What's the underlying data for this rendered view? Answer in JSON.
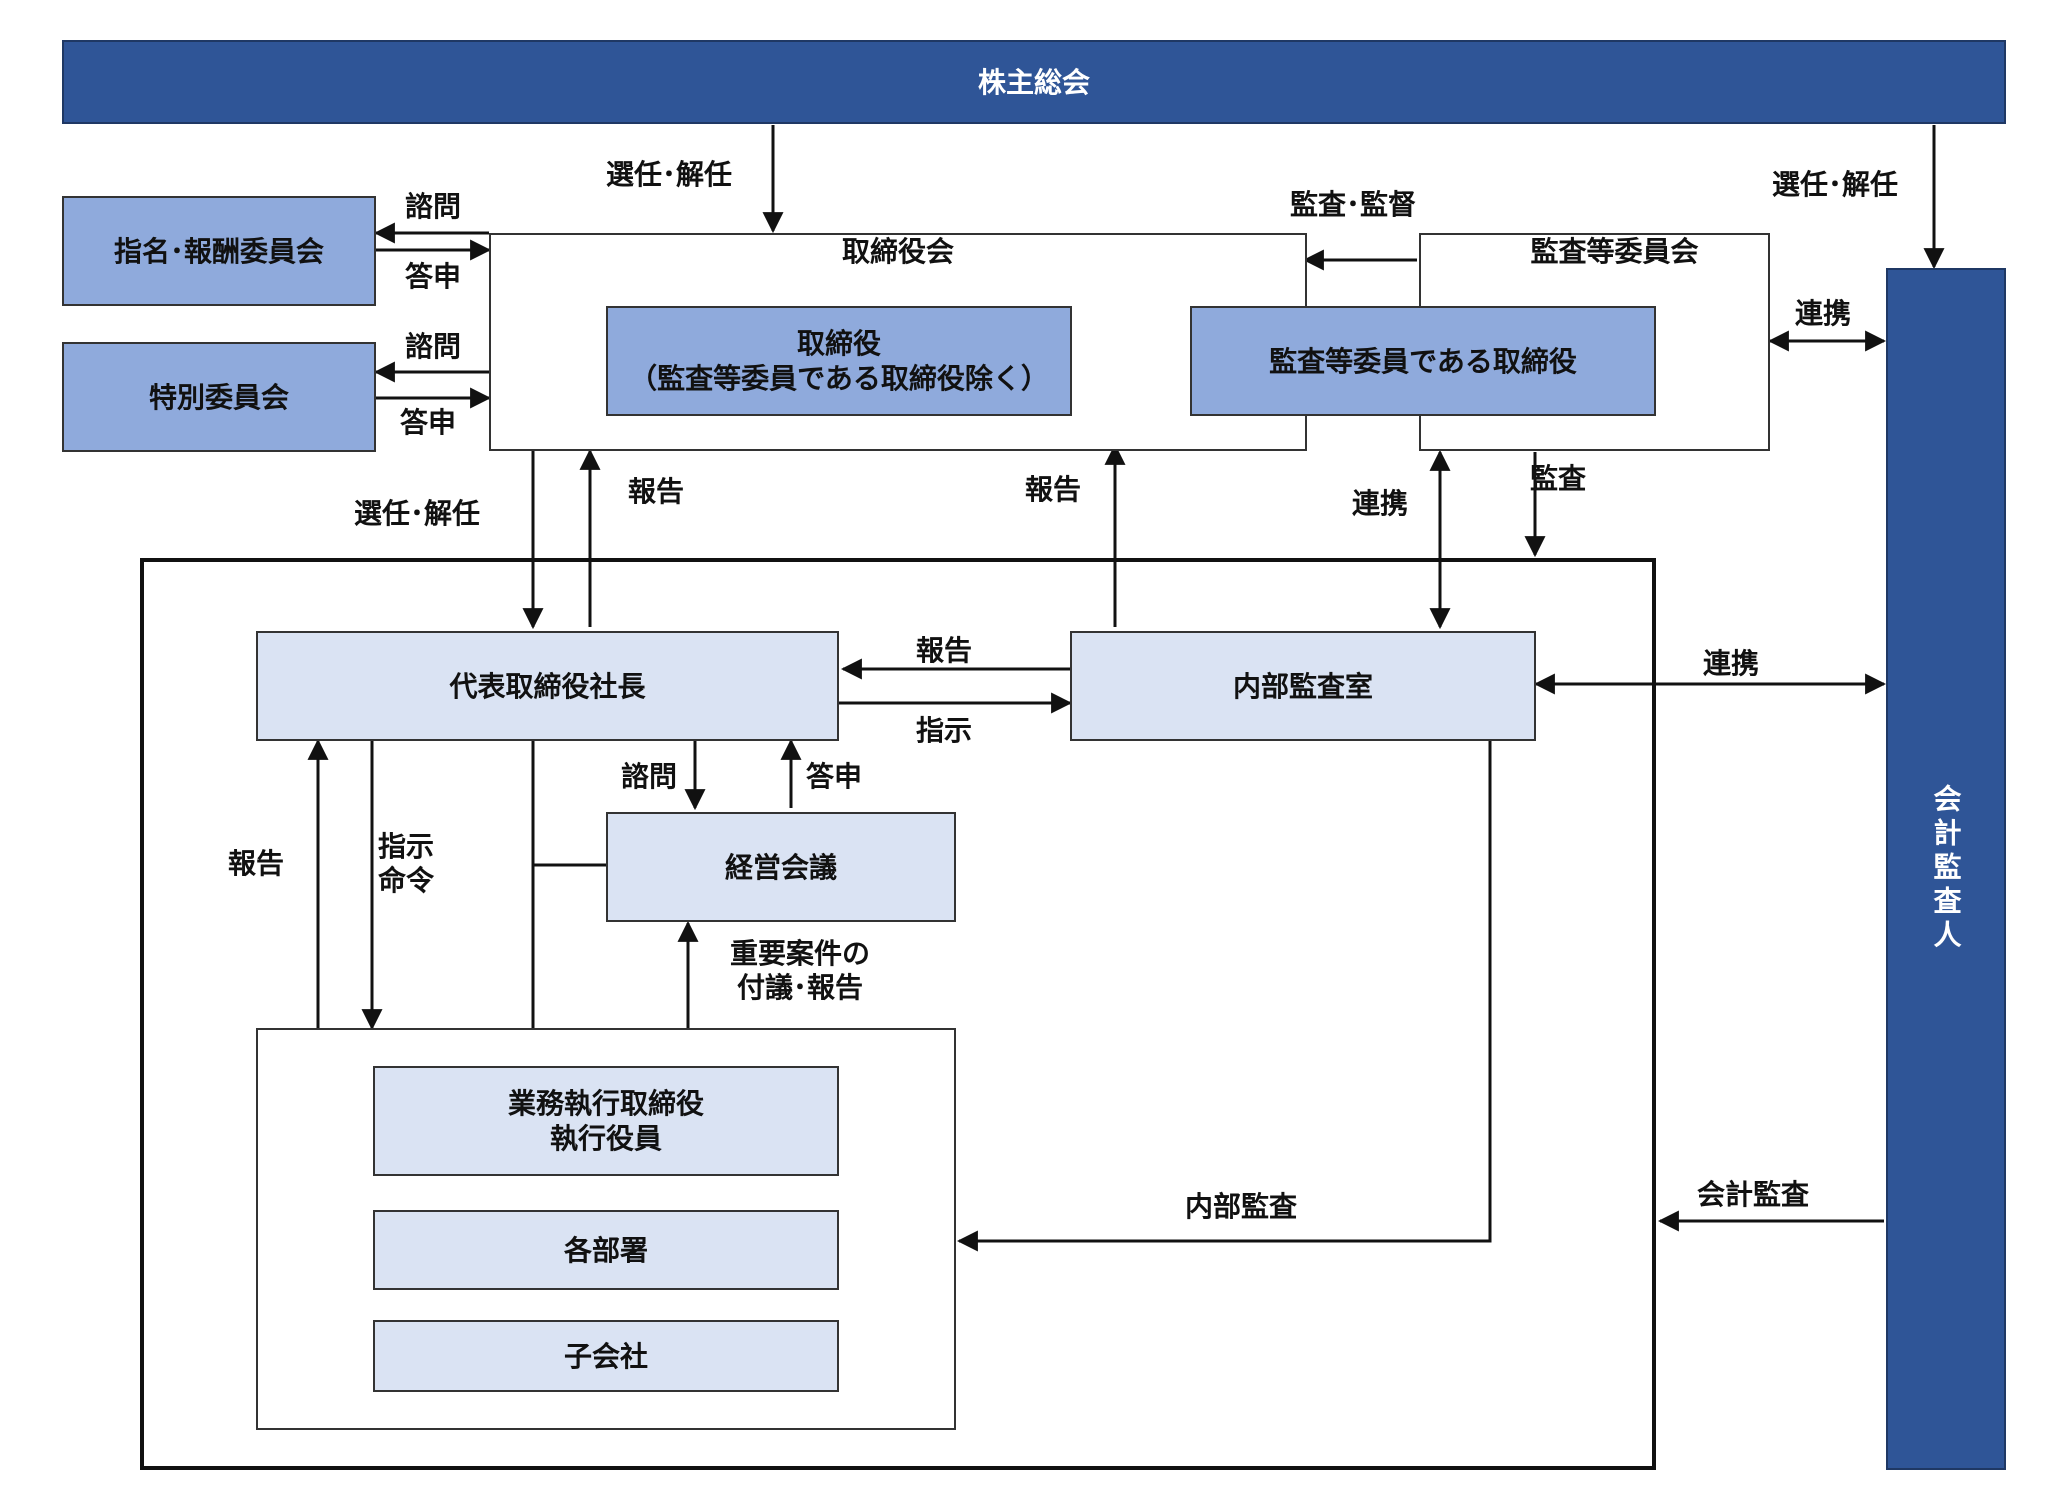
{
  "nodes": {
    "shareholders": "株主総会",
    "board": "取締役会",
    "nomination_committee": "指名･報酬委員会",
    "special_committee": "特別委員会",
    "directors": "取締役\n（監査等委員である取締役除く）",
    "audit_committee": "監査等委員会",
    "audit_directors": "監査等委員である取締役",
    "accounting_auditor": "会計監査人",
    "president": "代表取締役社長",
    "internal_audit": "内部監査室",
    "management_meeting": "経営会議",
    "executive_officers": "業務執行取締役\n執行役員",
    "departments": "各部署",
    "subsidiaries": "子会社"
  },
  "edges": {
    "elect_board": "選任･解任",
    "elect_auditor": "選任･解任",
    "audit_supervision": "監査･監督",
    "consult_1": "諮問",
    "reply_1": "答申",
    "consult_2": "諮問",
    "reply_2": "答申",
    "coordinate_1": "連携",
    "elect_president": "選任･解任",
    "report_1": "報告",
    "report_2": "報告",
    "coordinate_2": "連携",
    "audit": "監査",
    "report_3": "報告",
    "instruct_1": "指示",
    "coordinate_3": "連携",
    "consult_3": "諮問",
    "reply_3": "答申",
    "report_4": "報告",
    "instruct_command": "指示\n命令",
    "important_matters": "重要案件の\n付議･報告",
    "internal_audit_edge": "内部監査",
    "accounting_audit": "会計監査"
  }
}
